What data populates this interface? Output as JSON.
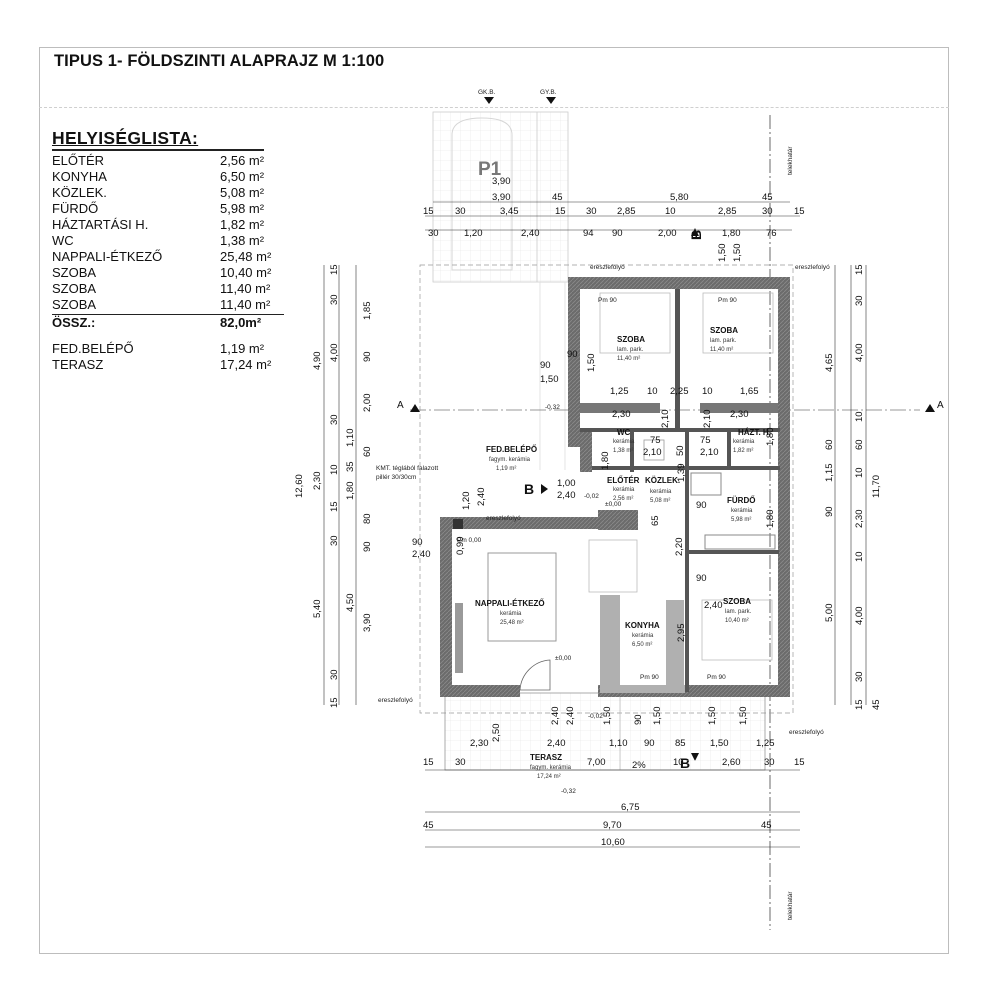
{
  "sheet_title": "TIPUS 1- FÖLDSZINTI ALAPRAJZ  M 1:100",
  "room_list": {
    "heading": "HELYISÉGLISTA:",
    "rooms": [
      {
        "name": "ELŐTÉR",
        "area": "2,56 m²"
      },
      {
        "name": "KONYHA",
        "area": "6,50 m²"
      },
      {
        "name": "KÖZLEK.",
        "area": "5,08 m²"
      },
      {
        "name": "FÜRDŐ",
        "area": "5,98 m²"
      },
      {
        "name": "HÁZTARTÁSI H.",
        "area": "1,82 m²"
      },
      {
        "name": "WC",
        "area": "1,38 m²"
      },
      {
        "name": "NAPPALI-ÉTKEZŐ",
        "area": "25,48 m²"
      },
      {
        "name": "SZOBA",
        "area": "10,40 m²"
      },
      {
        "name": "SZOBA",
        "area": "11,40 m²"
      },
      {
        "name": "SZOBA",
        "area": "11,40 m²"
      }
    ],
    "total": {
      "name": "ÖSSZ.:",
      "area": "82,0m²"
    },
    "extras": [
      {
        "name": "FED.BELÉPŐ",
        "area": "1,19 m²"
      },
      {
        "name": "TERASZ",
        "area": "17,24 m²"
      }
    ]
  },
  "plan": {
    "parking": "P1",
    "gate_labels": [
      "GK.B.",
      "GY.B."
    ],
    "property_line": "telekhatár",
    "gutter": "ereszlefolyó",
    "section_a": "A",
    "section_b": "B",
    "pillar_note_1": "KMT. téglából falazott",
    "pillar_note_2": "pillér 30/30cm",
    "rooms": [
      {
        "id": "szoba-nw",
        "name": "SZOBA",
        "finish": "lam. park.",
        "area": "11,40 m²"
      },
      {
        "id": "szoba-ne",
        "name": "SZOBA",
        "finish": "lam. park.",
        "area": "11,40 m²"
      },
      {
        "id": "wc",
        "name": "WC",
        "finish": "kerámia",
        "area": "1,38 m²"
      },
      {
        "id": "hazt",
        "name": "HÁZT. H.",
        "finish": "kerámia",
        "area": "1,82 m²"
      },
      {
        "id": "fed",
        "name": "FED.BELÉPŐ",
        "finish": "fagym. kerámia",
        "area": "1,19 m²"
      },
      {
        "id": "eloter",
        "name": "ELŐTÉR",
        "finish": "kerámia",
        "area": "2,56 m²"
      },
      {
        "id": "kozlek",
        "name": "KÖZLEK.",
        "finish": "kerámia",
        "area": "5,08 m²"
      },
      {
        "id": "furdo",
        "name": "FÜRDŐ",
        "finish": "kerámia",
        "area": "5,98 m²"
      },
      {
        "id": "nappali",
        "name": "NAPPALI-ÉTKEZŐ",
        "finish": "kerámia",
        "area": "25,48 m²"
      },
      {
        "id": "konyha",
        "name": "KONYHA",
        "finish": "kerámia",
        "area": "6,50 m²"
      },
      {
        "id": "szoba-se",
        "name": "SZOBA",
        "finish": "lam. park.",
        "area": "10,40 m²"
      },
      {
        "id": "terasz",
        "name": "TERASZ",
        "finish": "fagym. kerámia",
        "area": "17,24 m²"
      }
    ],
    "levels": {
      "zero": "±0,00",
      "minus02": "-0,02",
      "minus32": "-0,32",
      "pm": "Pm 0,00"
    },
    "parapet": "Pm 90",
    "slope": "2%",
    "dims_top_1": [
      "3,90",
      "45",
      "5,80",
      "45"
    ],
    "dims_top_2": [
      "15",
      "30",
      "3,45",
      "15",
      "30",
      "2,85",
      "10",
      "2,85",
      "30",
      "15"
    ],
    "dims_top_3": [
      "30",
      "1,20",
      "2,40",
      "94",
      "90",
      "2,00",
      "1,80",
      "76"
    ],
    "dims_bottom_1": [
      "2,30",
      "2,40",
      "1,10",
      "90",
      "85",
      "1,50",
      "1,25"
    ],
    "dims_bottom_2": [
      "15",
      "30",
      "7,00",
      "10",
      "2,60",
      "30",
      "15"
    ],
    "dims_bottom_3": [
      "6,75",
      "45",
      "9,70",
      "45",
      "10,60"
    ],
    "dims_left_outer": [
      "12,60",
      "4,90",
      "2,30",
      "5,40"
    ],
    "dims_left_inner": [
      "15",
      "30",
      "4,00",
      "30",
      "10",
      "1,80",
      "15",
      "30",
      "4,50",
      "30",
      "15"
    ],
    "dims_left_misc": [
      "1,85",
      "90",
      "2,00",
      "1,10",
      "60",
      "35",
      "80",
      "90",
      "3,90"
    ],
    "dims_right_outer": [
      "11,70",
      "4,65",
      "1,15",
      "2,30",
      "5,00"
    ],
    "dims_right_inner": [
      "15",
      "30",
      "4,00",
      "10",
      "60",
      "60",
      "10",
      "90",
      "10",
      "4,00",
      "30",
      "15",
      "45"
    ],
    "dims_interior": [
      "1,25",
      "10",
      "2,25",
      "10",
      "1,65",
      "2,30",
      "2,30",
      "1,80",
      "1,80",
      "1,80",
      "1,50",
      "1,50",
      "1,50",
      "90",
      "1,50",
      "2,10",
      "2,10",
      "2,10",
      "2,10",
      "75",
      "75",
      "50",
      "1,00",
      "2,40",
      "1,20",
      "2,40",
      "2,40",
      "2,40",
      "2,20",
      "2,95",
      "1,39",
      "65",
      "90",
      "90",
      "90",
      "1,50",
      "90",
      "1,50",
      "1,50",
      "1,50",
      "2,50",
      "2,40",
      "90",
      "2,40",
      "0,90"
    ]
  }
}
